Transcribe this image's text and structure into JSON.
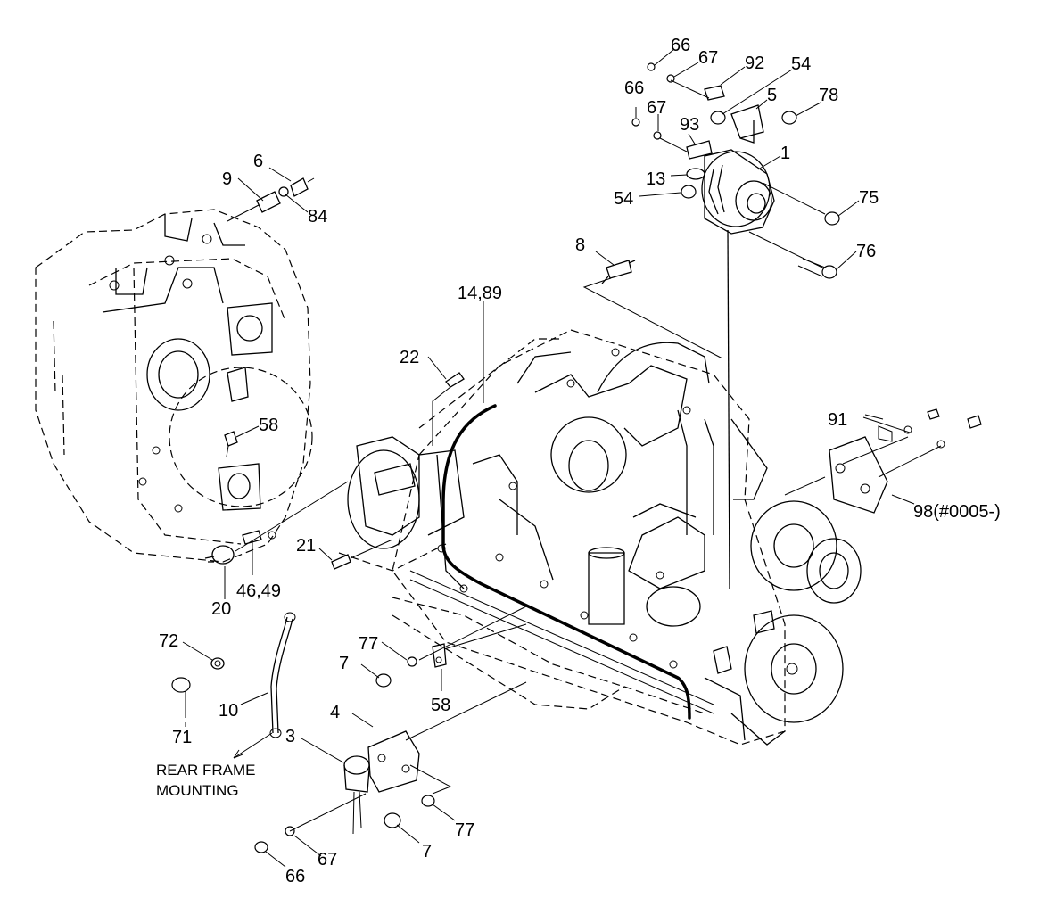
{
  "labels": {
    "l66a": "66",
    "l67a": "67",
    "l92": "92",
    "l54a": "54",
    "l66b": "66",
    "l67b": "67",
    "l5": "5",
    "l78": "78",
    "l93": "93",
    "l1": "1",
    "l13": "13",
    "l54b": "54",
    "l75": "75",
    "l76": "76",
    "l6": "6",
    "l9": "9",
    "l84": "84",
    "l8": "8",
    "l14_89": "14,89",
    "l22": "22",
    "l58a": "58",
    "l91": "91",
    "l98": "98(#0005-)",
    "l21": "21",
    "l20": "20",
    "l46_49": "46,49",
    "l72": "72",
    "l77a": "77",
    "l7a": "7",
    "l58b": "58",
    "l71": "71",
    "l10": "10",
    "l4": "4",
    "l3": "3",
    "l77b": "77",
    "l7b": "7",
    "l67c": "67",
    "l66c": "66",
    "rear_frame_1": "REAR FRAME",
    "rear_frame_2": "MOUNTING"
  }
}
